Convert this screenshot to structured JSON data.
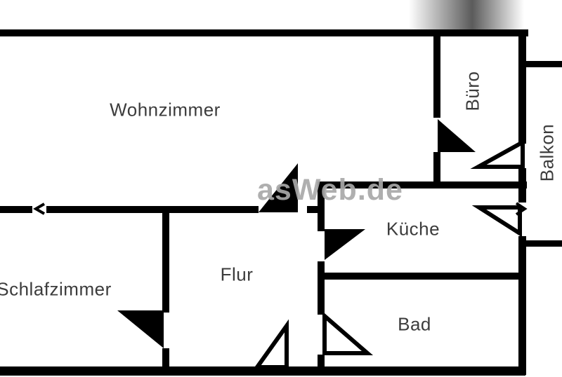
{
  "rooms": {
    "wohnzimmer": {
      "label": "Wohnzimmer"
    },
    "buero": {
      "label": "Büro"
    },
    "balkon": {
      "label": "Balkon"
    },
    "kueche": {
      "label": "Küche"
    },
    "flur": {
      "label": "Flur"
    },
    "schlafzimmer": {
      "label": "Schlafzimmer"
    },
    "bad": {
      "label": "Bad"
    }
  },
  "watermark": {
    "text": "asWeb.de"
  },
  "colors": {
    "wall": "#000000",
    "label": "#3c3c3c",
    "watermark": "#a9a9a9",
    "background": "#ffffff"
  }
}
